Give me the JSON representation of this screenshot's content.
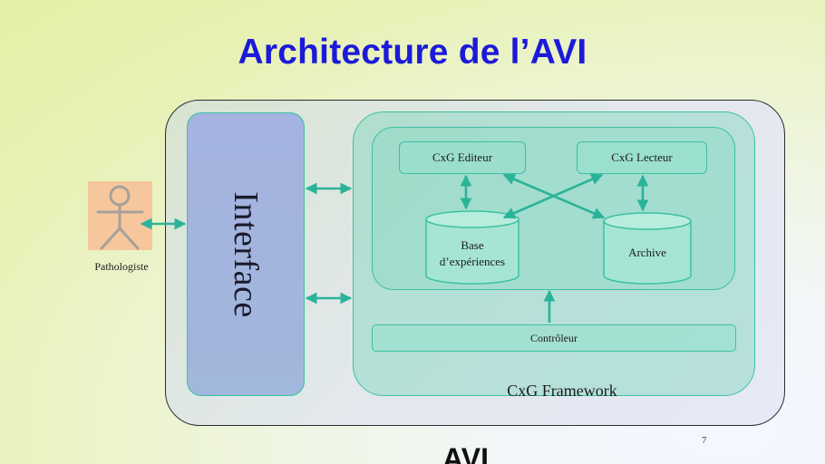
{
  "slide": {
    "title": "Architecture de l’AVI",
    "page_number": "7",
    "footer_partial_text": "AVI"
  },
  "actor": {
    "label": "Pathologiste",
    "icon": "stick-figure-actor-icon"
  },
  "interface": {
    "label": "Interface"
  },
  "framework": {
    "label": "CxG Framework",
    "modules": {
      "editeur": "CxG Editeur",
      "lecteur": "CxG Lecteur",
      "controleur": "Contrôleur"
    },
    "databases": {
      "base_line1": "Base",
      "base_line2": "d’expériences",
      "archive": "Archive"
    }
  },
  "colors": {
    "title": "#1c1ad8",
    "accent_teal": "#2bb39a",
    "interface_fill": "#a3b5de",
    "actor_background": "#f6c79c"
  }
}
